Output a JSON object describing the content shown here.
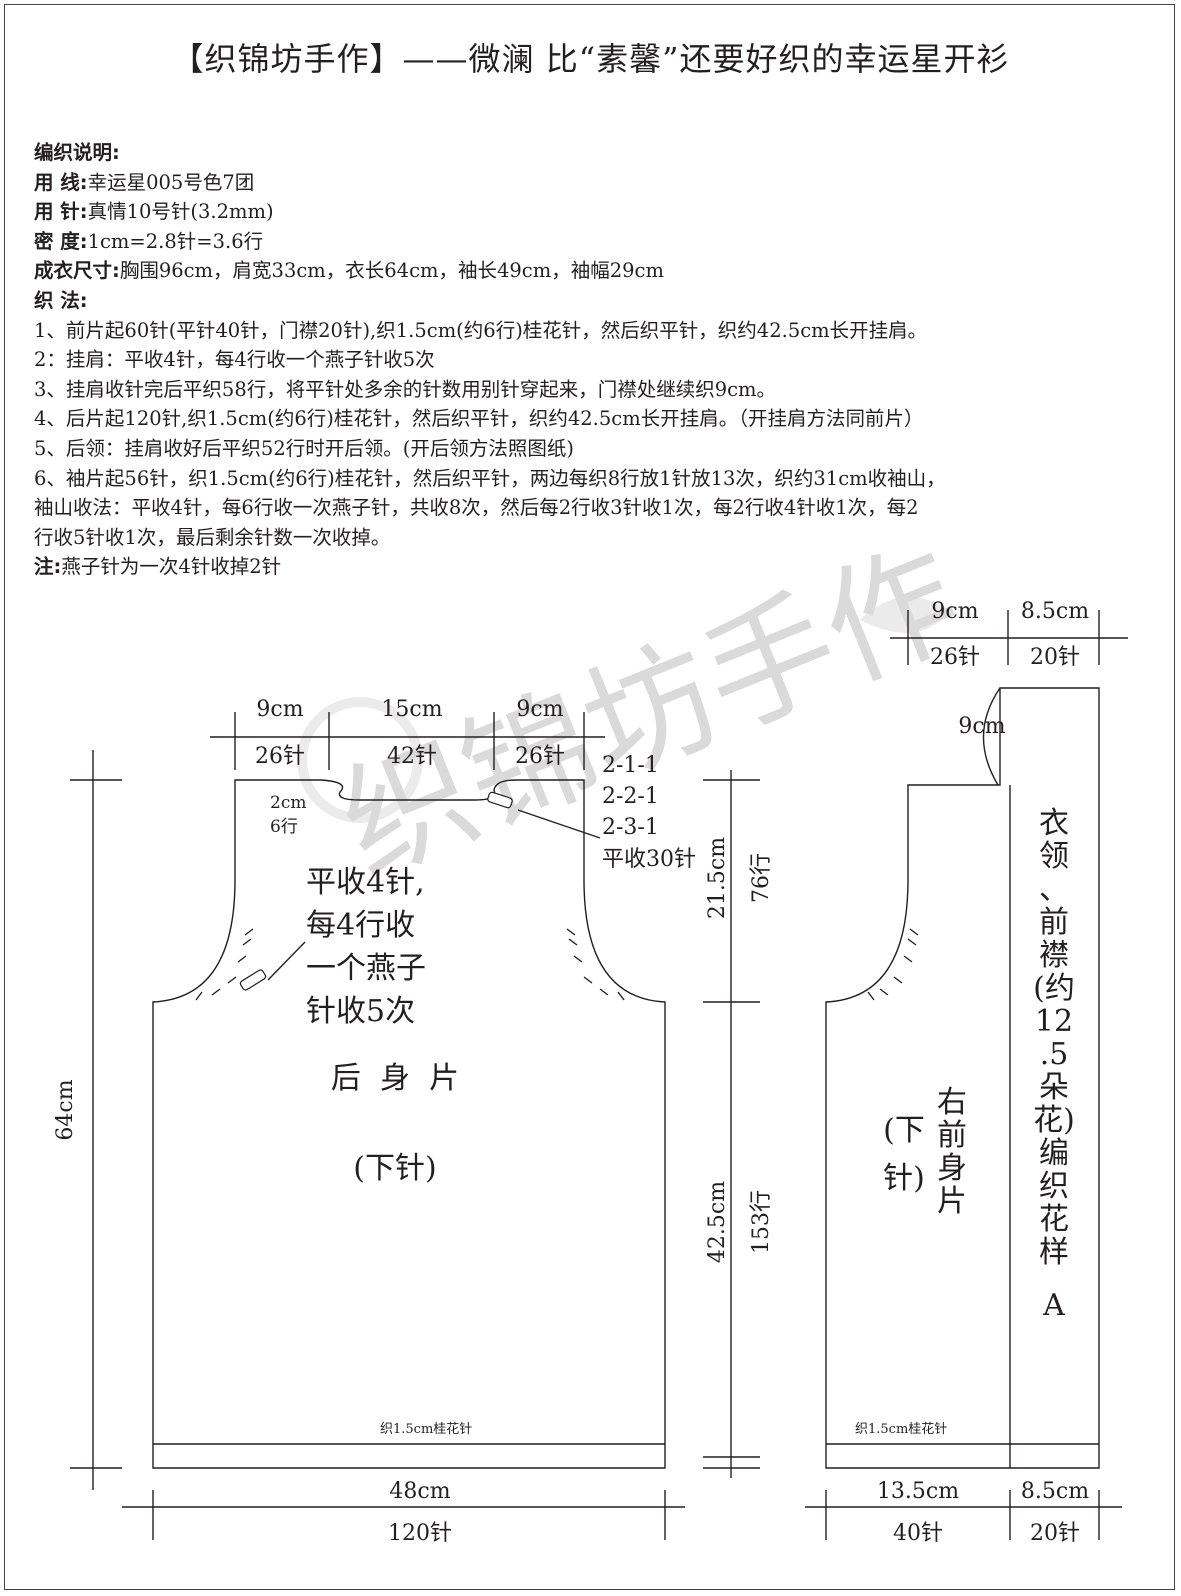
{
  "title": "【织锦坊手作】——微澜 比“素馨”还要好织的幸运星开衫",
  "watermark": "织锦坊手作",
  "notes": {
    "heading": "编织说明:",
    "yarn_label": "用 线:",
    "yarn": "幸运星005号色7团",
    "needle_label": "用 针:",
    "needle": "真情10号针(3.2mm)",
    "gauge_label": "密 度:",
    "gauge": "1cm=2.8针=3.6行",
    "size_label": "成衣尺寸:",
    "size": "胸围96cm，肩宽33cm，衣长64cm，袖长49cm，袖幅29cm",
    "method_label": "织 法:",
    "steps": [
      "1、前片起60针(平针40针，门襟20针),织1.5cm(约6行)桂花针，然后织平针，织约42.5cm长开挂肩。",
      "2：挂肩：平收4针，每4行收一个燕子针收5次",
      "3、挂肩收针完后平织58行，将平针处多余的针数用别针穿起来，门襟处继续织9cm。",
      "4、后片起120针,织1.5cm(约6行)桂花针，然后织平针，织约42.5cm长开挂肩。（开挂肩方法同前片）",
      "5、后领：挂肩收好后平织52行时开后领。(开后领方法照图纸)",
      "6、袖片起56针，织1.5cm(约6行)桂花针，然后织平针，两边每织8行放1针放13次，织约31cm收袖山，",
      "袖山收法：平收4针，每6行收一次燕子针，共收8次，然后每2行收3针收1次，每2行收4针收1次，每2",
      "行收5针收1次，最后剩余针数一次收掉。"
    ],
    "note_label": "注:",
    "note": "燕子针为一次4针收掉2针"
  },
  "back": {
    "top_dims": [
      "9cm",
      "15cm",
      "9cm"
    ],
    "top_stitches": [
      "26针",
      "42针",
      "26针"
    ],
    "neck_depth": [
      "2cm",
      "6行"
    ],
    "neck_shaping": [
      "2-1-1",
      "2-2-1",
      "2-3-1",
      "平收30针"
    ],
    "armhole_note": [
      "平收4针,",
      "每4行收",
      "一个燕子",
      "针收5次"
    ],
    "name": "后  身  片",
    "stitch": "(下针)",
    "border": "织1.5cm桂花针",
    "length": "64cm",
    "width_cm": "48cm",
    "width_stitches": "120针"
  },
  "side_dims": {
    "upper_cm": "21.5cm",
    "upper_rows": "76行",
    "lower_cm": "42.5cm",
    "lower_rows": "153行"
  },
  "front": {
    "top_dims": [
      "9cm",
      "8.5cm"
    ],
    "top_stitches": [
      "26针",
      "20针"
    ],
    "collar_height": "9cm",
    "name": [
      "右",
      "前",
      "身",
      "片"
    ],
    "stitch": [
      "(下",
      "针)"
    ],
    "band": [
      "衣",
      "领",
      "、",
      "前",
      "襟",
      "(约",
      "12",
      ".5",
      "朵",
      "花)",
      "编",
      "织",
      "花",
      "样"
    ],
    "band_pattern": "A",
    "border": "织1.5cm桂花针",
    "bottom_dims": [
      "13.5cm",
      "8.5cm"
    ],
    "bottom_stitches": [
      "40针",
      "20针"
    ]
  }
}
